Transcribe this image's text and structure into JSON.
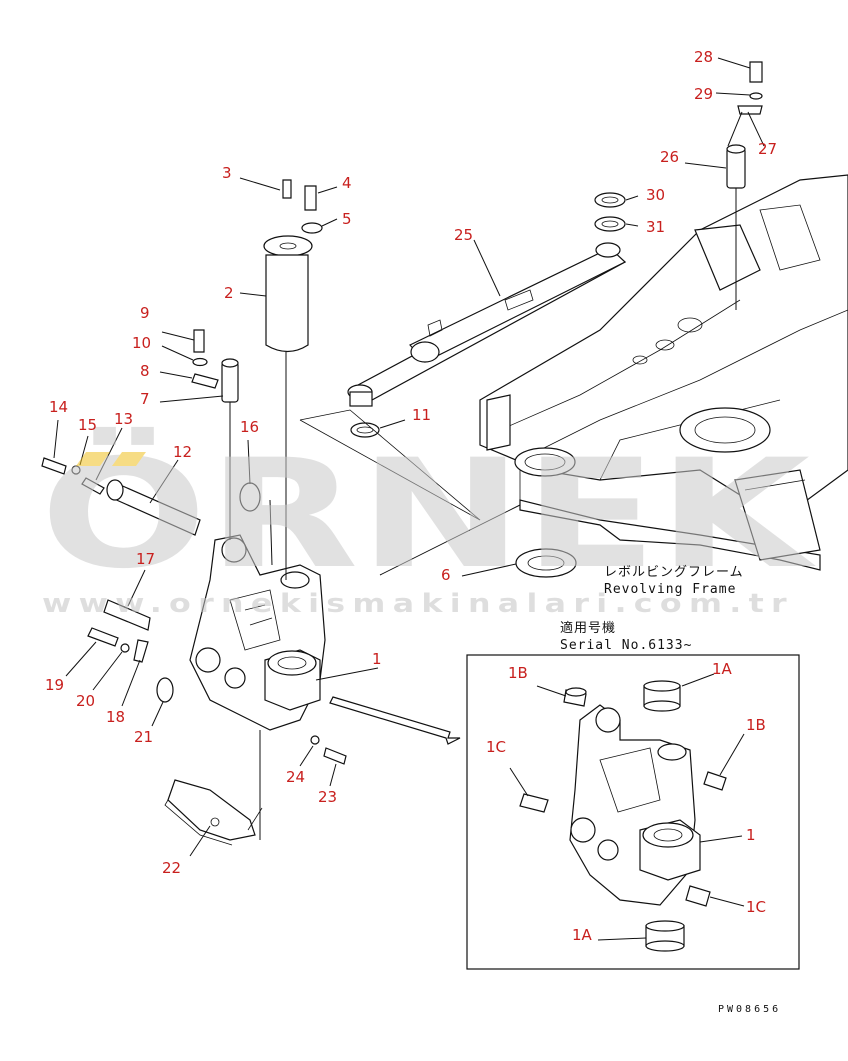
{
  "watermark": {
    "brand": "ÖRNEK",
    "url": "www.ornekismakinalari.com.tr"
  },
  "frame_label": {
    "jp": "レボルビングフレーム",
    "en": "Revolving Frame"
  },
  "serial_label": {
    "jp": "適用号機",
    "en": "Serial No.6133~"
  },
  "drawing_code": "PW08656",
  "callouts": [
    "1",
    "2",
    "3",
    "4",
    "5",
    "6",
    "7",
    "8",
    "9",
    "10",
    "11",
    "12",
    "13",
    "14",
    "15",
    "16",
    "17",
    "18",
    "19",
    "20",
    "21",
    "22",
    "23",
    "24",
    "25",
    "26",
    "27",
    "28",
    "29",
    "30",
    "31"
  ],
  "inset_callouts": [
    "1B",
    "1A",
    "1B",
    "1C",
    "1",
    "1C",
    "1A"
  ],
  "colors": {
    "callout": "#c8201e",
    "line": "#111111",
    "watermark": "#c9c9c9",
    "watermark_accent": "#f0c020"
  }
}
